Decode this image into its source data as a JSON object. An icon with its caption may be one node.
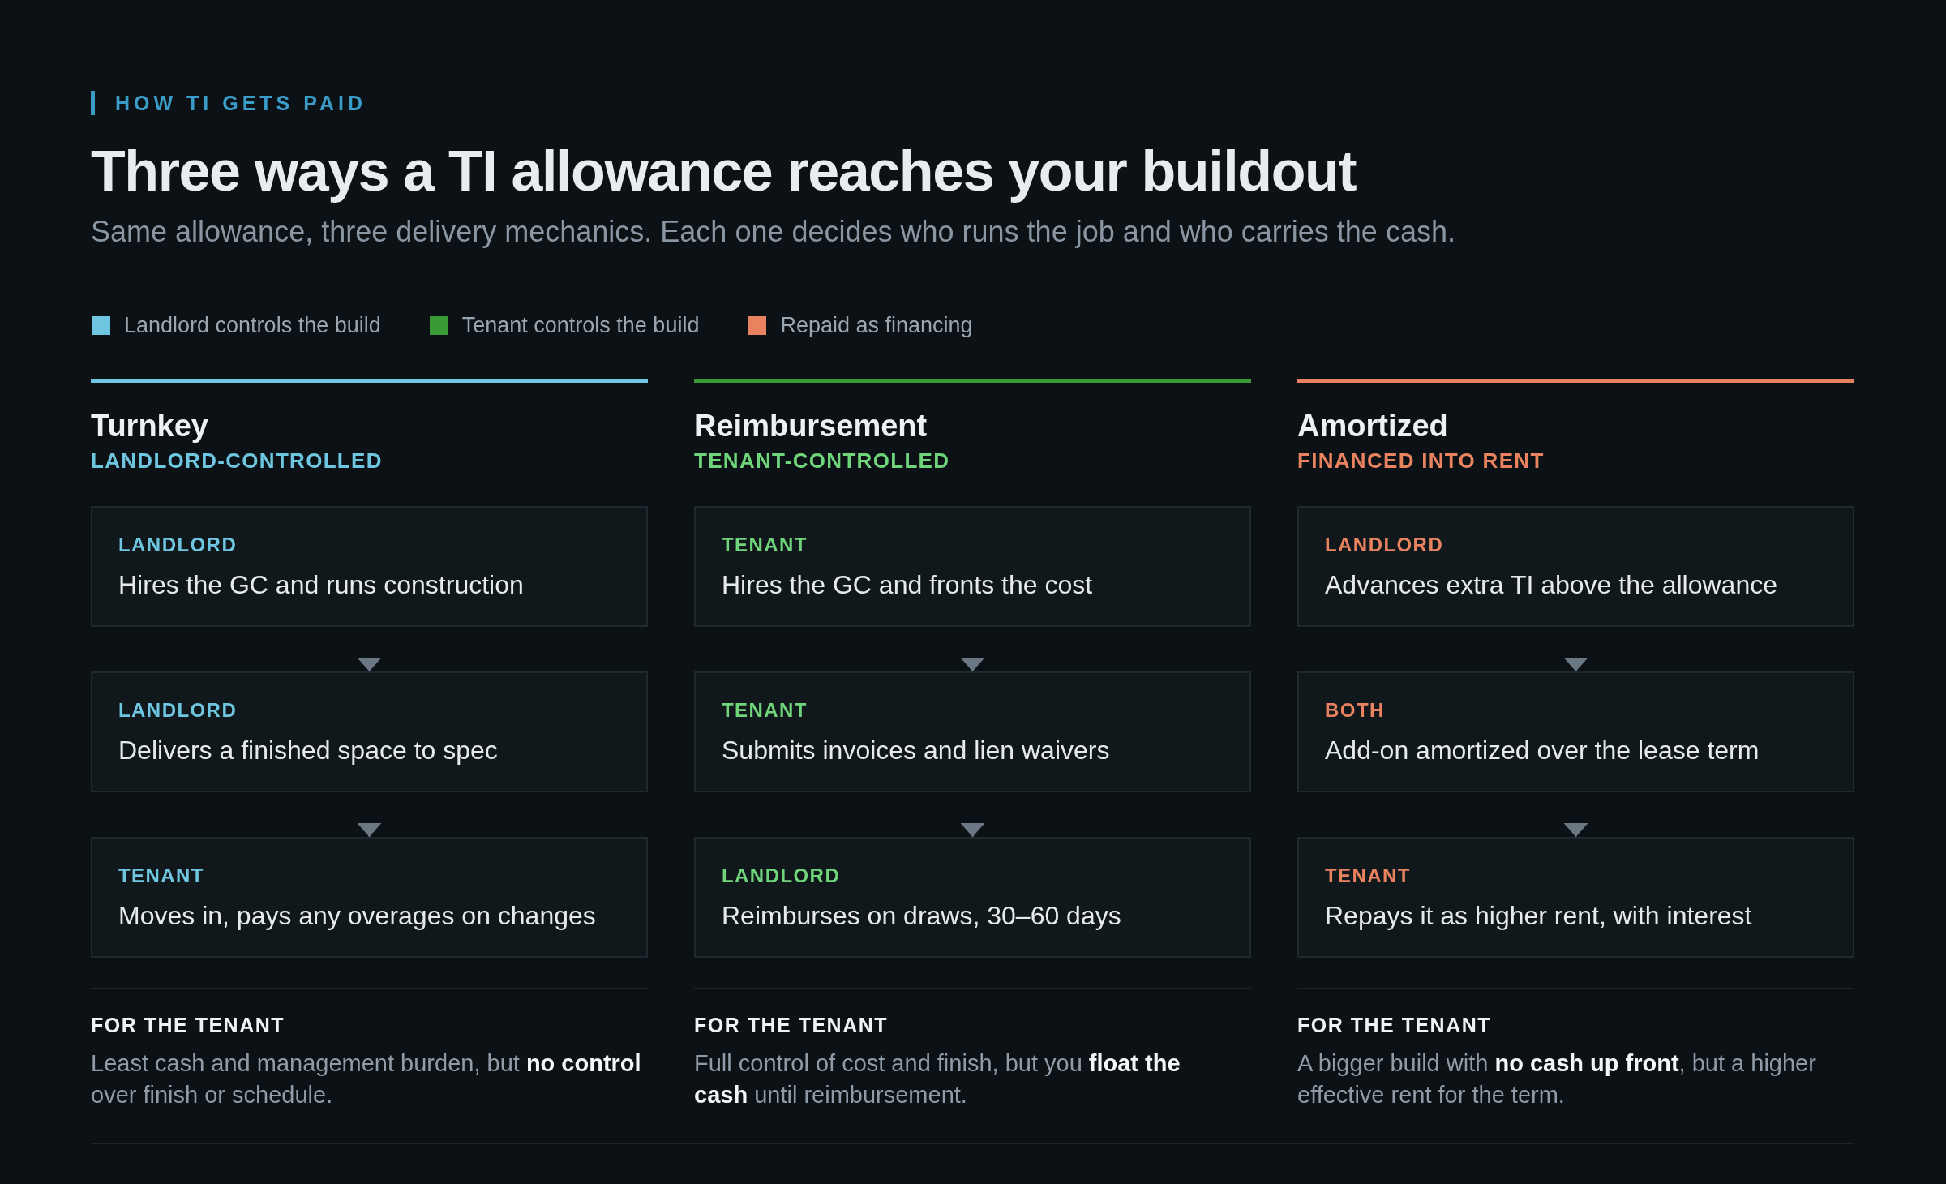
{
  "diagram": {
    "title": "Three ways a TI allowance reaches your buildout",
    "nodes": [
      {
        "text": [
          "Turnkey",
          "LANDLORD-CONTROLLED",
          "FOR THE TENANT",
          "Least cash and management burden, but **no control** over finish or schedule."
        ]
      },
      {
        "text": [
          "LANDLORD",
          "Hires the GC and runs construction"
        ],
        "in": 0
      },
      {
        "text": [
          "LANDLORD",
          "Delivers a finished space to spec"
        ],
        "in": 0
      },
      {
        "text": [
          "TENANT",
          "Moves in, pays any overages on changes"
        ],
        "in": 0
      },
      {
        "text": [
          "Reimbursement",
          "TENANT-CONTROLLED",
          "FOR THE TENANT",
          "Full control of cost and finish, but you **float the cash** until reimbursement."
        ]
      },
      {
        "text": [
          "TENANT",
          "Hires the GC and fronts the cost"
        ],
        "in": 4
      },
      {
        "text": [
          "TENANT",
          "Submits invoices and lien waivers"
        ],
        "in": 4
      },
      {
        "text": [
          "LANDLORD",
          "Reimburses on draws, 30–60 days"
        ],
        "in": 4
      },
      {
        "text": [
          "Amortized",
          "FINANCED INTO RENT",
          "FOR THE TENANT",
          "A bigger build with **no cash up front**, but a higher effective rent for the term."
        ]
      },
      {
        "text": [
          "LANDLORD",
          "Advances extra TI above the allowance"
        ],
        "in": 8
      },
      {
        "text": [
          "BOTH",
          "Add-on amortized over the lease term"
        ],
        "in": 8
      },
      {
        "text": [
          "TENANT",
          "Repays it as higher rent, with interest"
        ],
        "in": 8
      }
    ],
    "edges": [
      {
        "from": 1,
        "to": 2,
        "arrow": "to"
      },
      {
        "from": 2,
        "to": 3,
        "arrow": "to"
      },
      {
        "from": 5,
        "to": 6,
        "arrow": "to"
      },
      {
        "from": 6,
        "to": 7,
        "arrow": "to"
      },
      {
        "from": 9,
        "to": 10,
        "arrow": "to"
      },
      {
        "from": 10,
        "to": 11,
        "arrow": "to"
      }
    ],
    "labels": [
      "HOW TI GETS PAID",
      "Same allowance, three delivery mechanics. Each one decides who runs the job and who carries the cash."
    ],
    "legend": [
      {
        "text": "Landlord controls the build",
        "color": "#6ec6e0"
      },
      {
        "text": "Tenant controls the build",
        "color": "#3a9a35"
      },
      {
        "text": "Repaid as financing",
        "color": "#e8825f"
      }
    ]
  }
}
